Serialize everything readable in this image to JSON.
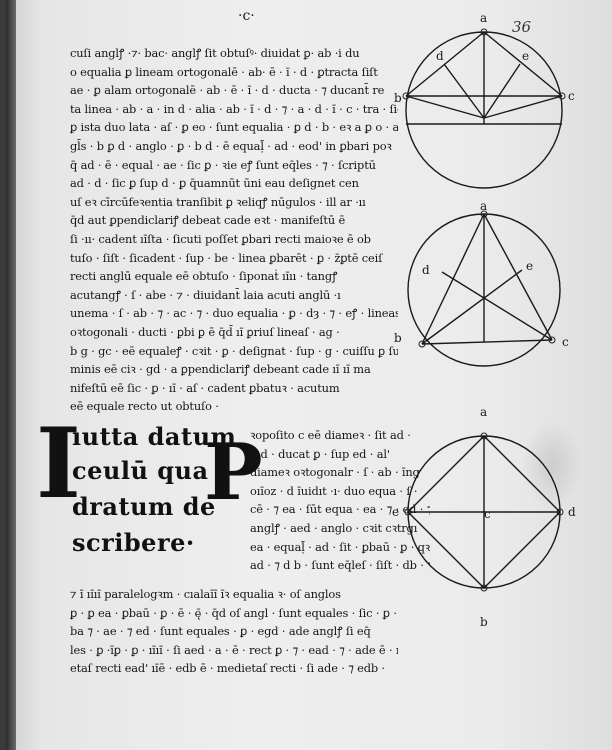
{
  "folio_number": "36",
  "top_mark": "·c·",
  "main_text_lines": [
    "cuſi anglꝭ ·⁊· bac· anglꝭ ſit obtuſꝰ· diuidat ꝑ· ab ·i du",
    "o equalia ꝑ lineam ortogonalē · ab· ē · ı̄ · d · ꝑtracta ſiſt",
    "ae · ꝑ alam ortogonalē · ab · ē · ı̄ · d · ducta · ⁊ ducant̄ re",
    "ta linea · ab · a · in d · alia · ab · ı̄ · d · ⁊ · a · d · ı̄ · c · tra · ſic",
    "ꝑ ista duo lata · aſ · ꝑ eo · ſunt equalia · ꝑ d · b · eꝛ a ꝑ o · an",
    "gl̄s · b ꝑ d · anglo · ꝑ · b d · ē equaḹ · ad · eod' in ꝑbari poꝛ",
    "q̄ ad · ē · equal · ae · ſic ꝑ · ꝛie eꝭ ſunt eq̄les · ⁊ · ſcriptū",
    "ad · d · ſic ꝑ ſup d · ꝑ q̄uamnūt ūni eau deſignet cen",
    "uſ eꝛ cīrcūfeꝛentia tranſibit ꝑ ꝛeliqꝭ nūgulos · ill ar ·ıı",
    "q̄d aut ꝑpendiclariꝭ debeat cade eꝛt · manifeſtū ē",
    "ſi ·ıı· cadent ıı̄ſta · ſicuti poſſet ꝑbari recti maioꝛe ē ob",
    "tuſo · ſiſt · ſicadent · ſup · be · linea ꝑbarēt · ꝑ · z̄ꝑtē ceiſ",
    "recti anglū equale eē obtuſo · ſiponaṫ ıı̄ıı · tangꝭ",
    "acutangꝭ · ſ · abe · ⁊ · diuidant̄ laia acuti anglū ·ı",
    "unema · ſ · ab · ⁊ · ac · ⁊ · duo equalia · ꝑ · dȝ · ⁊ · eꝭ · lineas",
    "oꝛtogonali · ducti · ꝑbi ꝑ ē q̄d̄ ıı̄ ꝑriuſ lineaſ · ag ·",
    "b g · gc · eē equaleꝭ · cꝛit · ꝑ · deſignat · ſup · g · cuiſſu ꝑ ſu",
    "minis eē ciꝛ · gd · a ꝑpendiclariꝭ debeant cade ıı̄ ıı̄ ma",
    "nifeſtū eē ſic · ꝑ · ıı̄ · aſ · cadent ꝑbatuꝛ · acutum",
    "eē equale recto ut obtuſo ·"
  ],
  "rubric_title_lines": [
    "ıutta datum",
    "ceulū qua",
    "dratum de",
    "scribere·"
  ],
  "rubric_initial_I": "I",
  "initial_P": "P",
  "right_text_lines": [
    "ꝛopoſito c eē diameꝛ · ſit ad ·",
    "ꝑ d · ducat ꝑ · ſup ed · al'",
    "diameꝛ oꝛtogonalr · ſ · ab · ı̄ng",
    "oıı̄oz · d ı̄uidıt ·ı· duo equa · ſ ·",
    "cē · ⁊ ea · ſūt equa · ea · ⁊ · ed · ⁊ · ae ·",
    "anglꝭ · aed · anglo · cꝛit cꝛtrgı",
    "ea · equaḹ · ad · ſit · ꝑbaū · ꝑ · qꝛ",
    "ad · ⁊ d b · ſunt eq̄leſ · ſiſt · db · ⁊ b ·"
  ],
  "bottom_text_lines": [
    "⁊ ı̄ ıı̄ıı̄ paralelogꝛm · cıalaı̄ı̄ ı̄ꝛ equalia ꝛ· oſ anglos",
    "ꝑ · ꝑ ea · ꝑbaū · ꝑ · ē · ę̄ · q̄d oſ angl · ſunt equales · ſic · ꝑ ·",
    "ba ⁊ · ae · ⁊ ed · ſunt equales · ꝑ · egd · ade anglꝭ ſi eq̄",
    "les · ꝑ ·ı̄ꝑ · ꝑ · ıı̄ıı̄ · ſi aed · a · ē · rect ꝑ · ⁊ · ead · ⁊ · ade ē · medi",
    "etaſ recti ead' ıı̄ē · edb ē · medietaſ recti · ſi ade · ⁊ edb ·"
  ],
  "figures": [
    {
      "labels": [
        "a",
        "b",
        "c",
        "d",
        "e"
      ]
    },
    {
      "labels": [
        "a",
        "b",
        "c",
        "d",
        "e"
      ]
    },
    {
      "labels": [
        "a",
        "b",
        "c",
        "d",
        "e"
      ]
    }
  ]
}
